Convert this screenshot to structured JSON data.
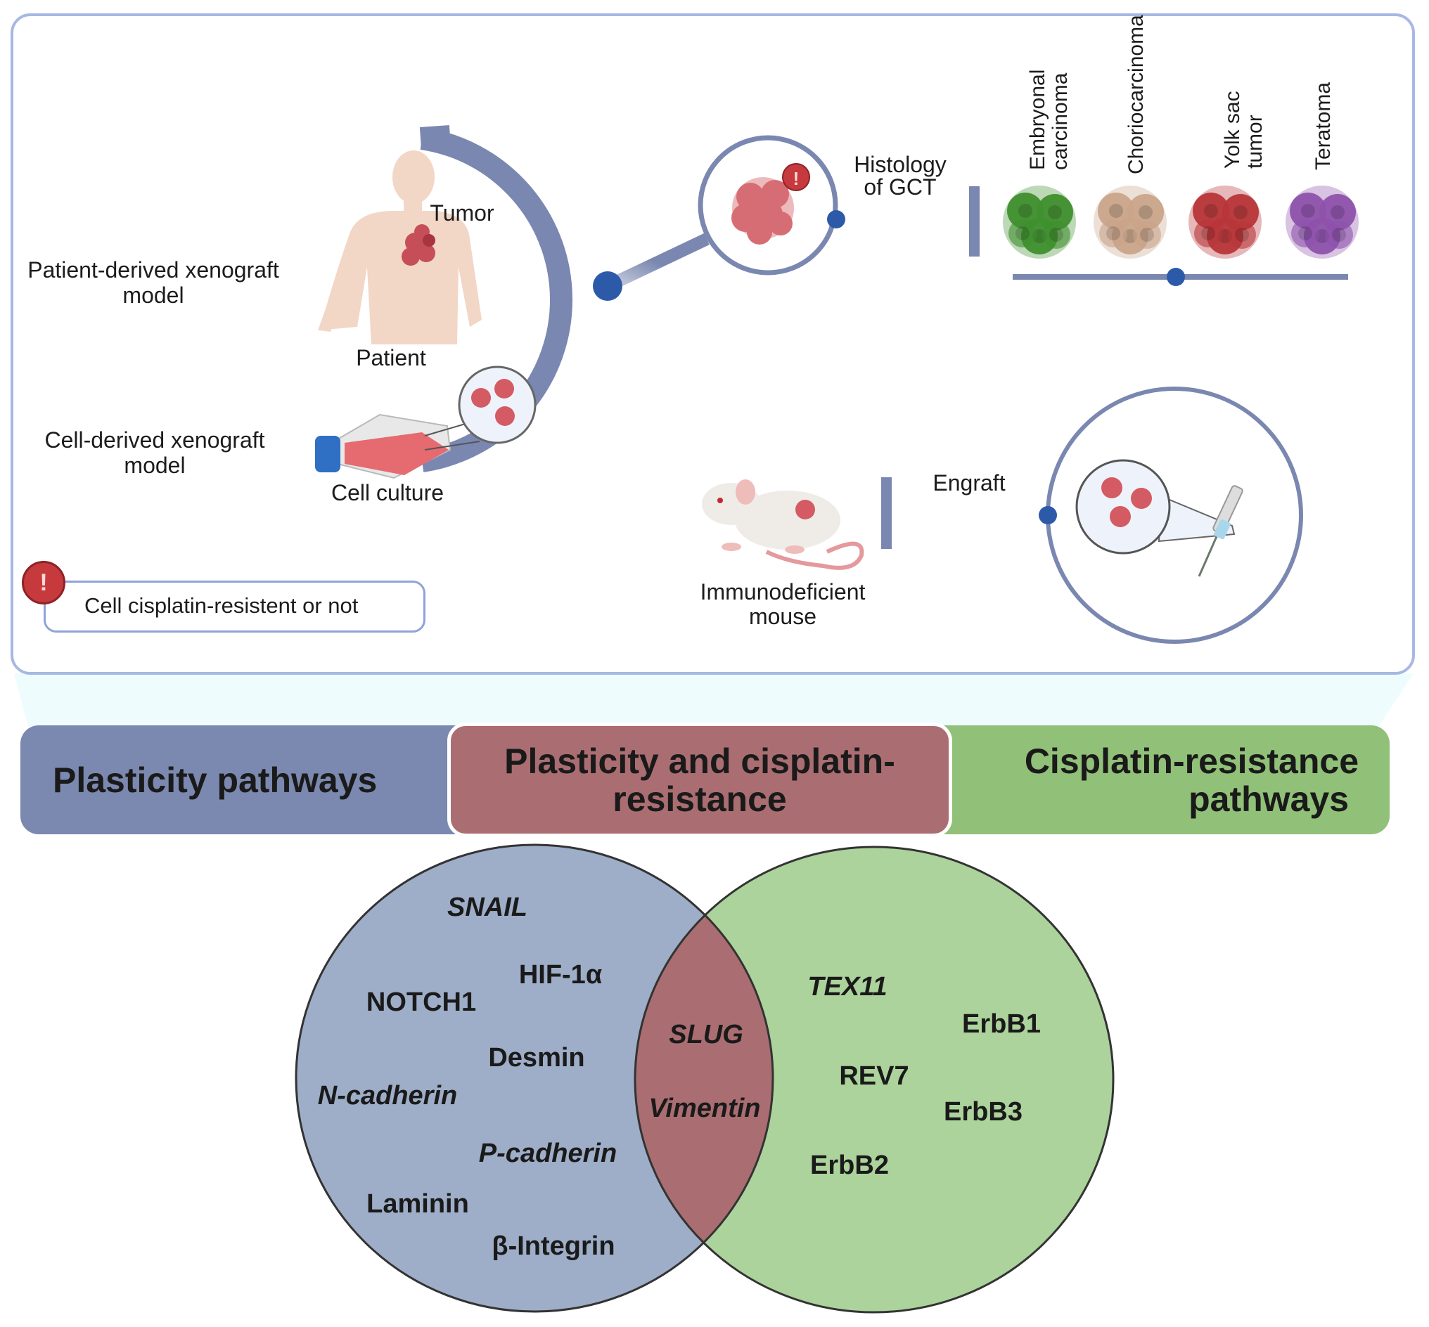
{
  "top_panel": {
    "model_labels": {
      "patient_derived_line1": "Patient-derived xenograft",
      "patient_derived_line2": "model",
      "cell_derived_line1": "Cell-derived xenograft",
      "cell_derived_line2": "model"
    },
    "tumor_label": "Tumor",
    "patient_label": "Patient",
    "cell_culture_label": "Cell culture",
    "histology_line1": "Histology",
    "histology_line2": "of GCT",
    "histology_types": [
      {
        "line1": "Embryonal",
        "line2": "carcinoma",
        "color": "#3f8f2e"
      },
      {
        "line1": "Choriocarcinoma",
        "line2": "",
        "color": "#c9a48a"
      },
      {
        "line1": "Yolk sac",
        "line2": "tumor",
        "color": "#b73538"
      },
      {
        "line1": "Teratoma",
        "line2": "",
        "color": "#8e52ab"
      }
    ],
    "engraft_label": "Engraft",
    "mouse_line1": "Immunodeficient",
    "mouse_line2": "mouse",
    "alert": {
      "icon": "exclamation-icon",
      "symbol": "!",
      "text": "Cell cisplatin-resistent or not"
    },
    "colors": {
      "connector": "#7a87b0",
      "node": "#2d5aa8",
      "frame": "#a6b8e3",
      "tumor": "#d46a70"
    }
  },
  "bands": {
    "left": "Plasticity pathways",
    "middle_line1": "Plasticity and cisplatin-",
    "middle_line2": "resistance",
    "right_line1": "Cisplatin-resistance",
    "right_line2": "pathways",
    "colors": {
      "left": "#7b88af",
      "middle": "#aa6e72",
      "right": "#91c078"
    }
  },
  "venn": {
    "plasticity_only": [
      {
        "label": "SNAIL",
        "italic": true
      },
      {
        "label": "HIF-1α",
        "italic": false
      },
      {
        "label": "NOTCH1",
        "italic": false
      },
      {
        "label": "Desmin",
        "italic": false
      },
      {
        "label": "N-cadherin",
        "italic": true
      },
      {
        "label": "P-cadherin",
        "italic": true
      },
      {
        "label": "Laminin",
        "italic": false
      },
      {
        "label": "β-Integrin",
        "italic": false
      }
    ],
    "overlap": [
      {
        "label": "SLUG",
        "italic": true
      },
      {
        "label": "Vimentin",
        "italic": true
      }
    ],
    "cisplatin_only": [
      {
        "label": "TEX11",
        "italic": true
      },
      {
        "label": "ErbB1",
        "italic": false
      },
      {
        "label": "REV7",
        "italic": false
      },
      {
        "label": "ErbB3",
        "italic": false
      },
      {
        "label": "ErbB2",
        "italic": false
      }
    ],
    "colors": {
      "left": "#9eaec8",
      "right": "#acd39b",
      "overlap": "#aa6e72"
    }
  }
}
